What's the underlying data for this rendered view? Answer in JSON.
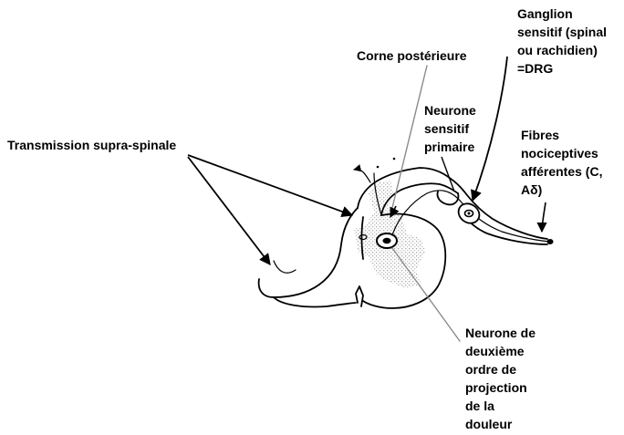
{
  "labels": {
    "ganglion": [
      "Ganglion",
      "sensitif (spinal",
      "ou rachidien)",
      "=DRG"
    ],
    "corne_posterieure": [
      "Corne postérieure"
    ],
    "neurone_sensitif": [
      "Neurone",
      "sensitif",
      "primaire"
    ],
    "transmission": [
      "Transmission supra-spinale"
    ],
    "fibres": [
      "Fibres",
      "nociceptives",
      "afférentes (C,",
      "Aδ)"
    ],
    "neurone_deuxieme": [
      "Neurone de",
      "deuxième",
      "ordre de",
      "projection",
      "de la",
      "douleur"
    ]
  },
  "colors": {
    "ink": "#000000",
    "leader_grey": "#8a8a8a",
    "grey_matter_stipple": "#b5b5b5"
  }
}
